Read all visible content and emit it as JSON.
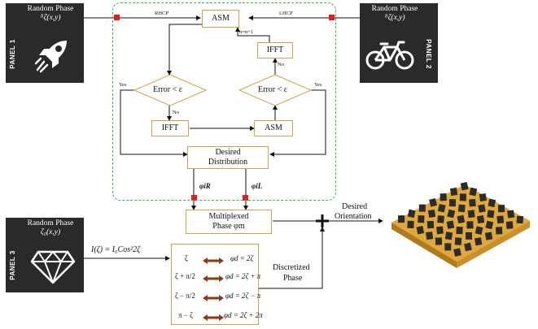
{
  "panel1": {
    "label": "PANEL 1",
    "phase_title": "Random Phase",
    "phase_symbol": "ᴿζ(x,y)"
  },
  "panel2": {
    "label": "PANEL 2",
    "phase_title": "Random Phase",
    "phase_symbol": "ᴿζ(x,y)"
  },
  "panel3": {
    "label": "PANEL 3",
    "phase_title": "Random Phase",
    "phase_symbol": "ζ₀(x,y)"
  },
  "beams": {
    "left": "RHCP",
    "right": "LHCP"
  },
  "blocks": {
    "asm_top": "ASM",
    "ifft_right": "IFFT",
    "error_left": "Error < ε",
    "error_right": "Error < ε",
    "ifft_left": "IFFT",
    "asm_mid": "ASM",
    "desired_1": "Desired",
    "desired_2": "Distribution",
    "multi_1": "Multiplexed",
    "multi_2": "Phase φm"
  },
  "flow_labels": {
    "iter": "n=n+1",
    "no_left": "No",
    "no_right": "No",
    "yes_left": "Yes",
    "yes_right": "Yes",
    "phi_r": "φiR",
    "phi_l": "φiL"
  },
  "intensity_eq": "I(ζ) = I₀Cos²2ζ",
  "mapping": [
    {
      "left": "ζ",
      "right": "φd = 2ζ"
    },
    {
      "left": "ζ + π/2",
      "right": "φd = 2ζ + π"
    },
    {
      "left": "ζ − π/2",
      "right": "φd = 2ζ − π"
    },
    {
      "left": "π − ζ",
      "right": "φd = 2ζ + 2π"
    }
  ],
  "discretized": {
    "line1": "Discretized",
    "line2": "Phase"
  },
  "orientation": {
    "line1": "Desired",
    "line2": "Orientation"
  },
  "colors": {
    "panel": "#2a2a2a",
    "box_border": "#d4a04a",
    "dashed": "#3cb44b",
    "marker": "#e02020",
    "arrow": "#8b3a12",
    "surface": "#e0a836"
  }
}
